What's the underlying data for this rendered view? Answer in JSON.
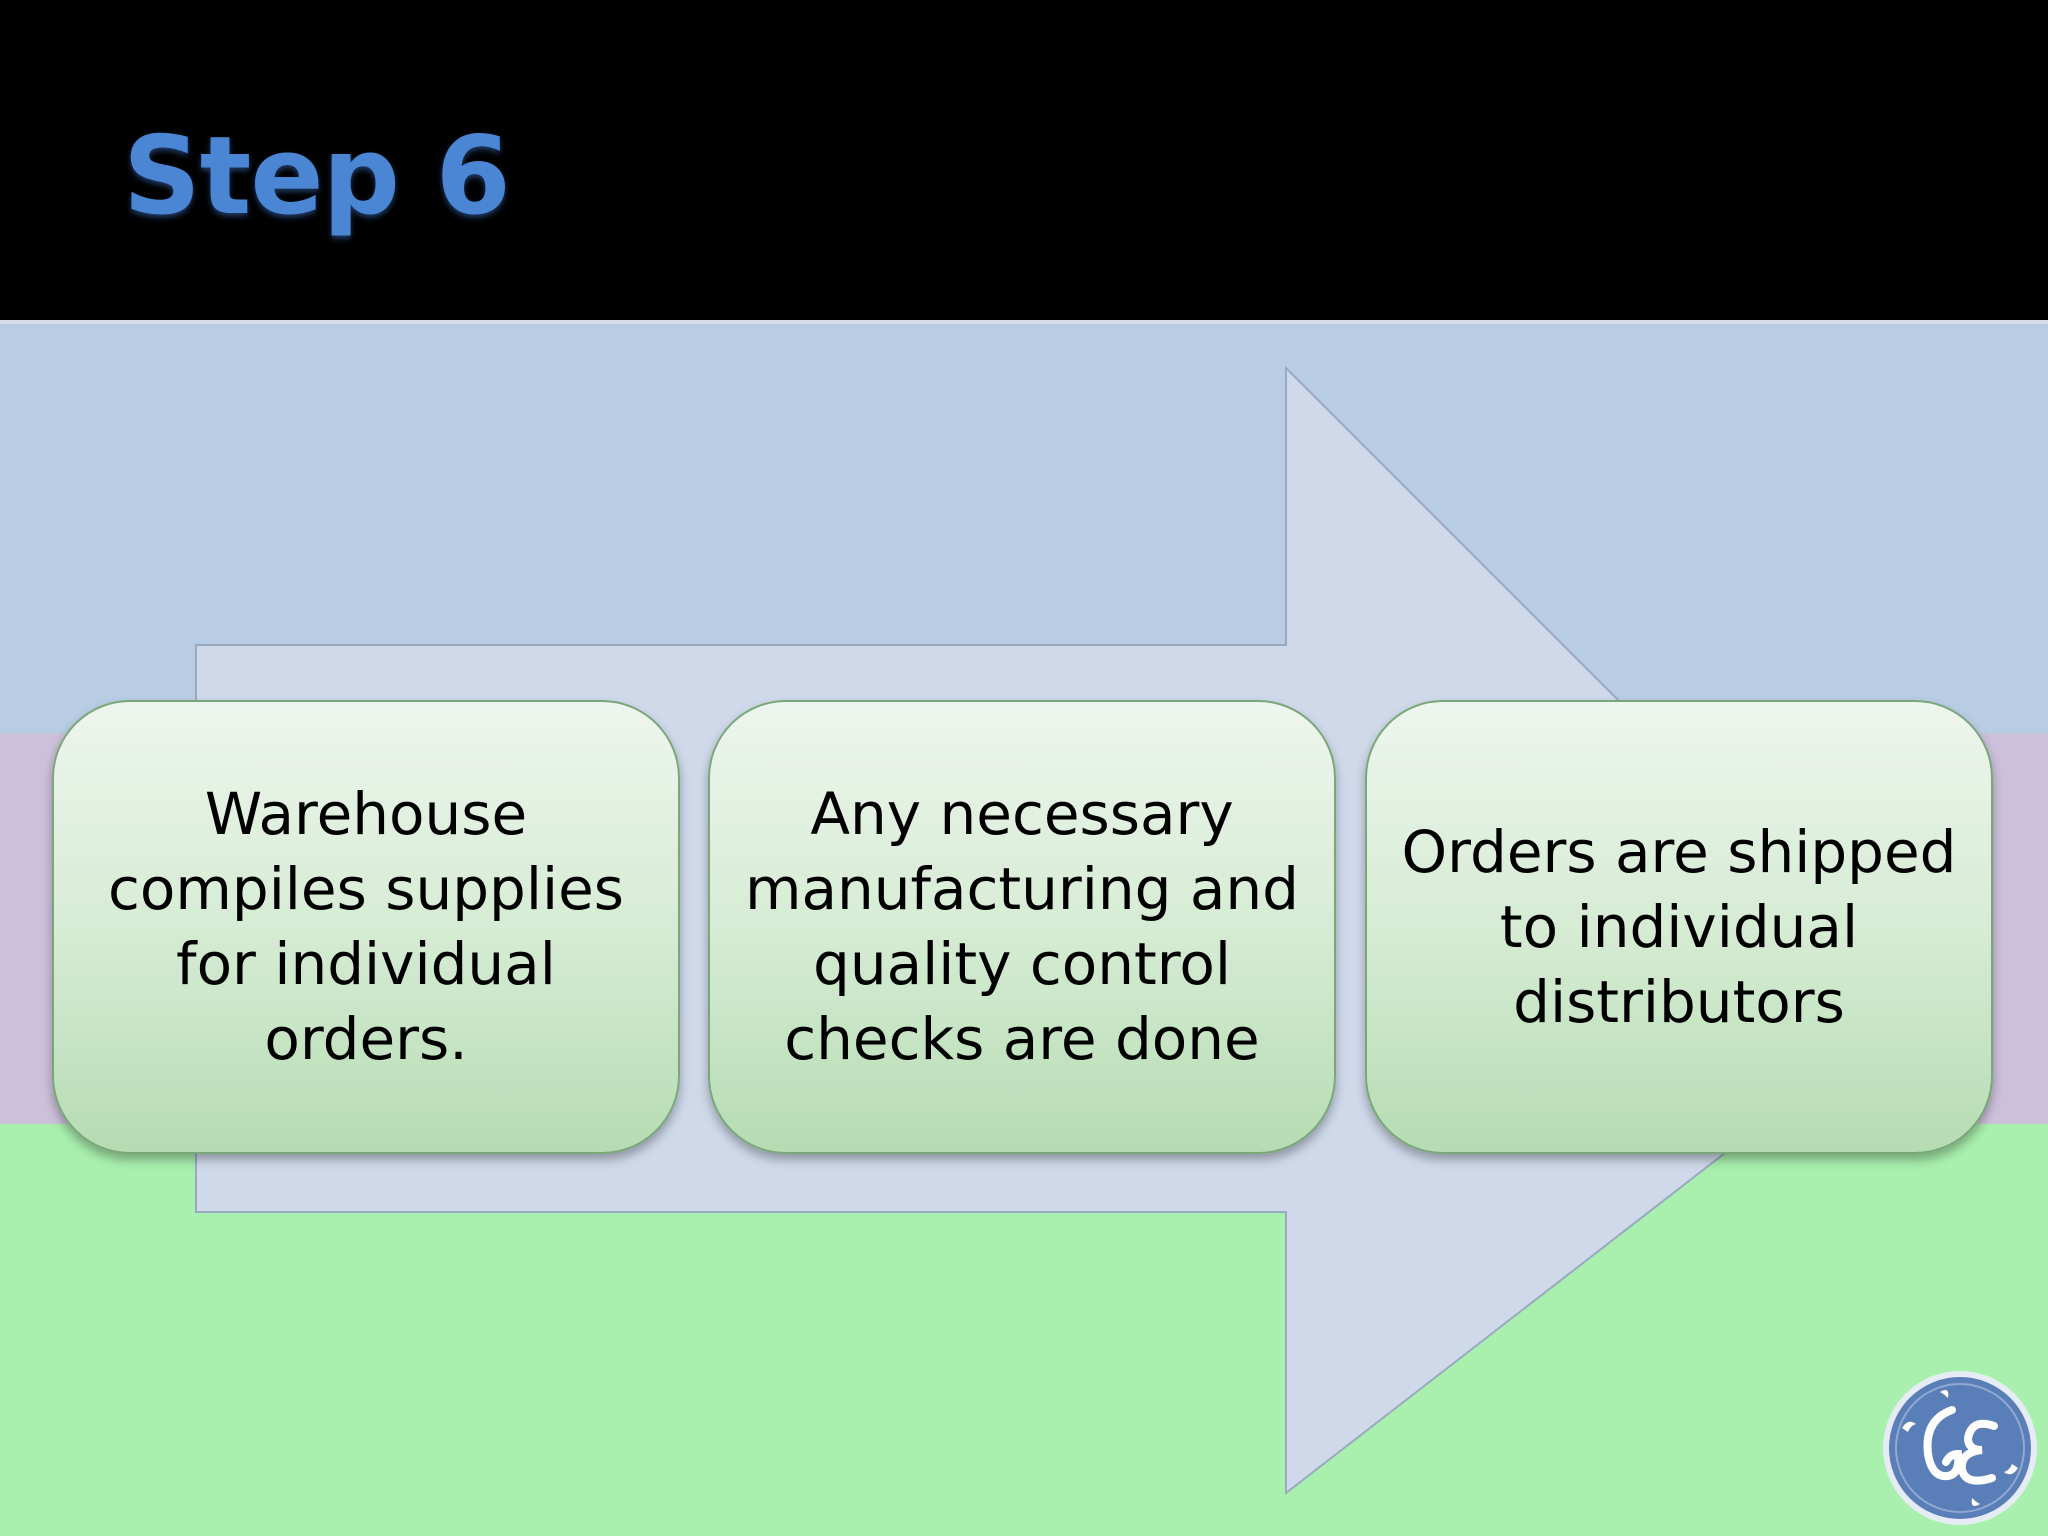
{
  "slide": {
    "title": "Step 6"
  },
  "process_steps": [
    {
      "text": "Warehouse compiles supplies for individual orders."
    },
    {
      "text": "Any necessary manufacturing and quality control checks are done"
    },
    {
      "text": "Orders are shipped to individual distributors"
    }
  ],
  "colors": {
    "title": "#4a86d4",
    "header_background": "#000000",
    "band_blue": "#b8cce4",
    "band_purple": "#ccc0da",
    "band_green": "#a9efae",
    "arrow_fill": "#cfd9ea",
    "box_fill_top": "#eef5ee",
    "box_fill_bottom": "#b6dcb3",
    "box_border": "#7aa77a",
    "logo_fill": "#5a7fb8"
  },
  "logo": {
    "icon": "ge-monogram-logo",
    "text": "GE"
  }
}
